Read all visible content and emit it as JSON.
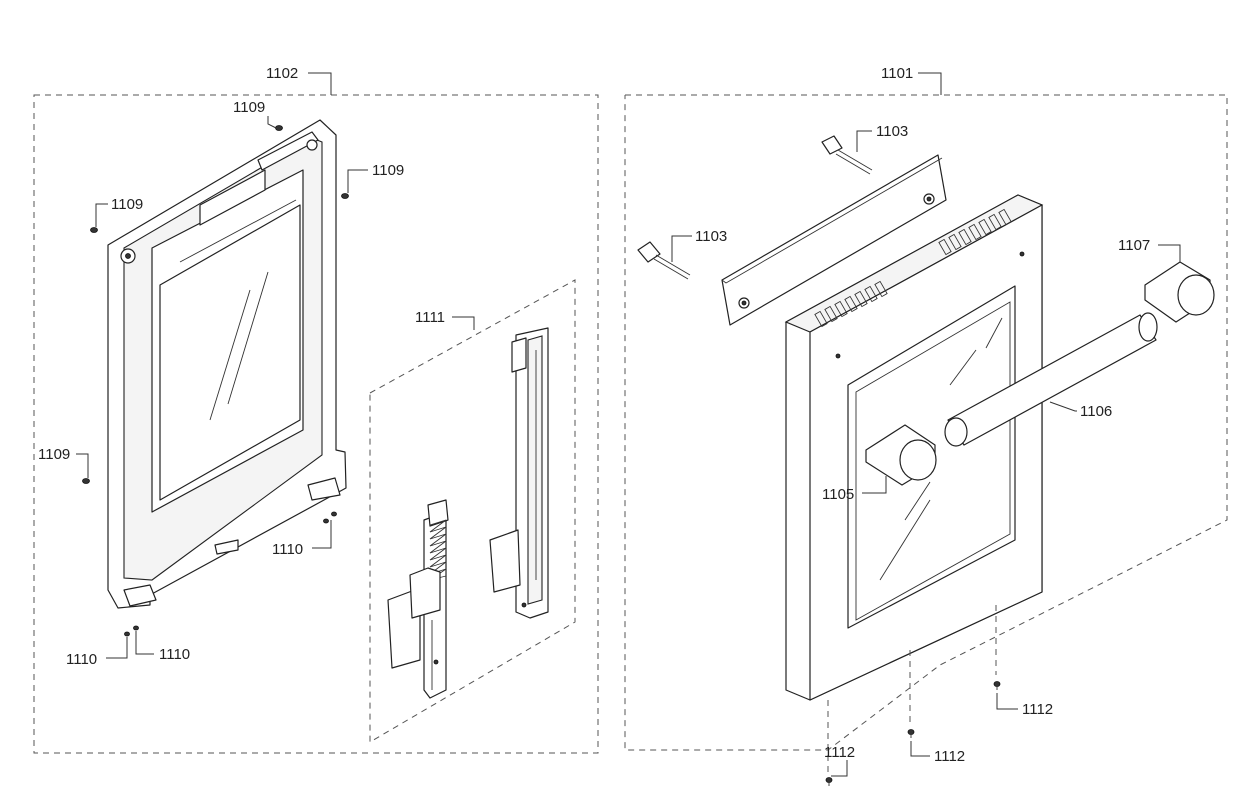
{
  "labels": {
    "assy_1102": "1102",
    "assy_1101": "1101",
    "assy_1111": "1111",
    "screw_1109_a": "1109",
    "screw_1109_b": "1109",
    "screw_1109_c": "1109",
    "screw_1109_d": "1109",
    "screw_1110_a": "1110",
    "screw_1110_b": "1110",
    "screw_1110_c": "1110",
    "bolt_1103_a": "1103",
    "bolt_1103_b": "1103",
    "cap_1107": "1107",
    "handle_1106": "1106",
    "cap_1105": "1105",
    "screw_1112_a": "1112",
    "screw_1112_b": "1112",
    "screw_1112_c": "1112"
  }
}
